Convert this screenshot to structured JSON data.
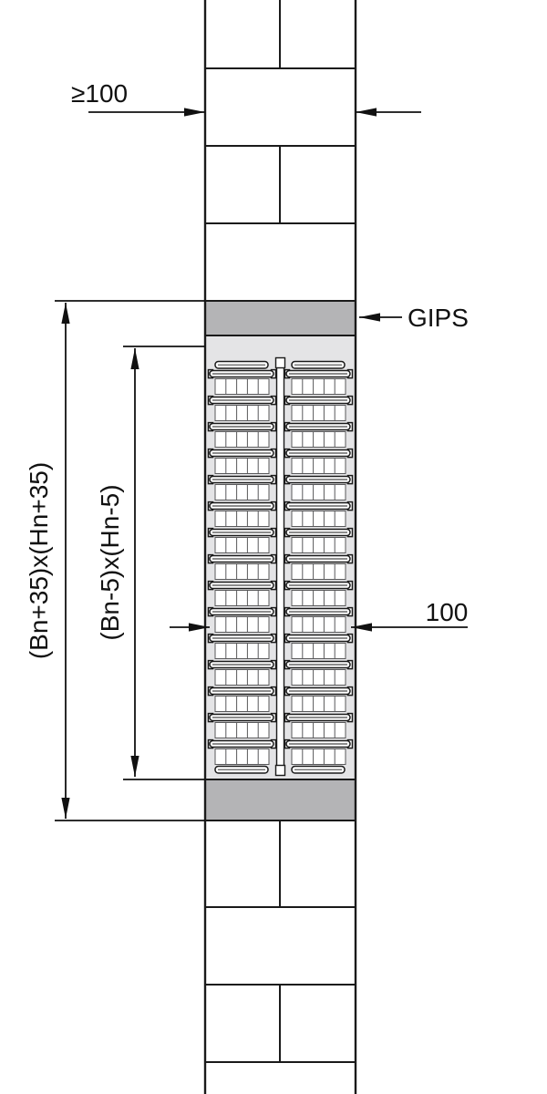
{
  "diagram": {
    "labels": {
      "min_wall_width": "≥100",
      "plaster": "GIPS",
      "outer_opening": "(Bn+35)x(Hn+35)",
      "inner_unit": "(Bn-5)x(Hn-5)",
      "core_width": "100"
    },
    "colors": {
      "line": "#1a1a1a",
      "plaster_band": "#b4b4b6",
      "recess_fill": "#e4e4e6",
      "detail_stroke": "#58585a",
      "background": "#ffffff"
    },
    "grille": {
      "rows": 15
    }
  }
}
